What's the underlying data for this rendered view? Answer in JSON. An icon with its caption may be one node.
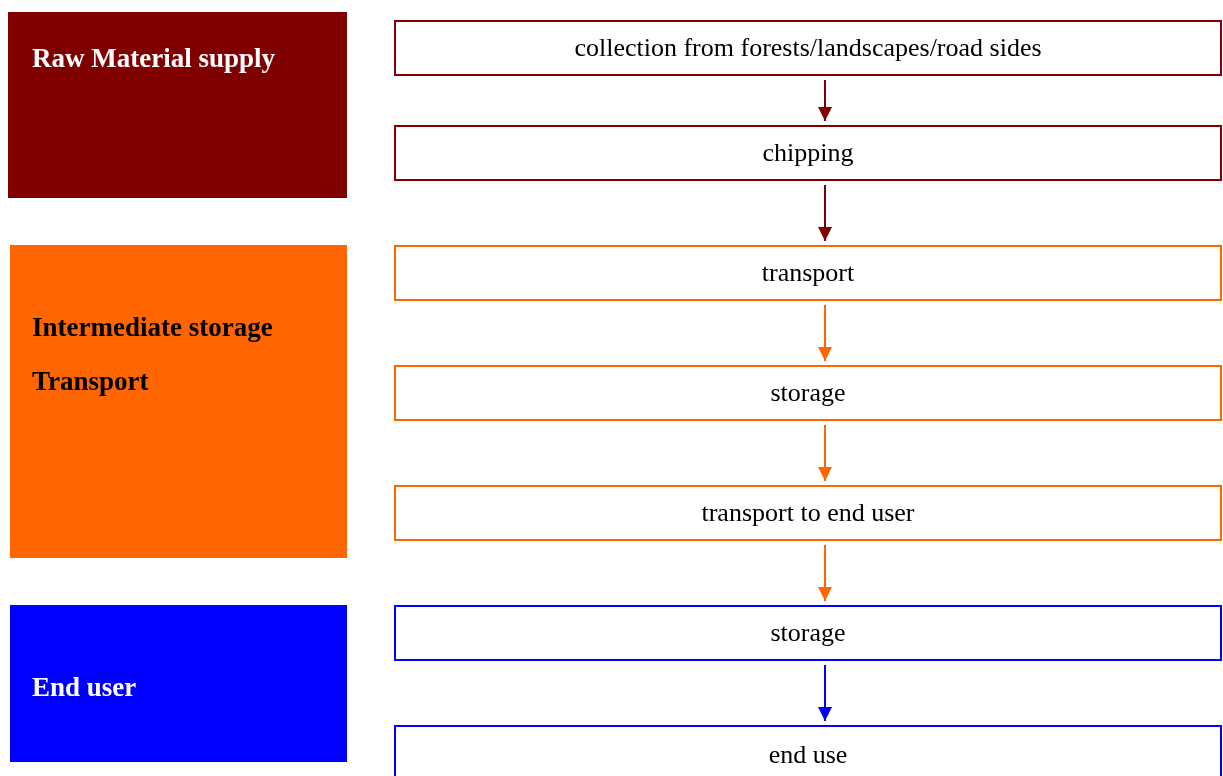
{
  "diagram": {
    "nodes": [
      {
        "text": [
          "Raw Material supply"
        ]
      },
      {
        "text": [
          "Intermediate storage",
          "Transport"
        ]
      },
      {
        "text": [
          "End user"
        ]
      },
      {
        "text": [
          "collection from forests/landscapes/road sides"
        ]
      },
      {
        "text": [
          "chipping"
        ]
      },
      {
        "text": [
          "transport"
        ]
      },
      {
        "text": [
          "storage"
        ]
      },
      {
        "text": [
          "transport to end user"
        ]
      },
      {
        "text": [
          "storage"
        ]
      },
      {
        "text": [
          "end use"
        ]
      }
    ],
    "edges": [
      {
        "from": 3,
        "to": 4,
        "arrow": "to",
        "color": "#800000"
      },
      {
        "from": 4,
        "to": 5,
        "arrow": "to",
        "color": "#800000"
      },
      {
        "from": 5,
        "to": 6,
        "arrow": "to"
      },
      {
        "from": 6,
        "to": 7,
        "arrow": "to"
      },
      {
        "from": 7,
        "to": 8,
        "arrow": "to"
      },
      {
        "from": 8,
        "to": 9,
        "arrow": "to",
        "color": "#0000ff"
      }
    ]
  }
}
